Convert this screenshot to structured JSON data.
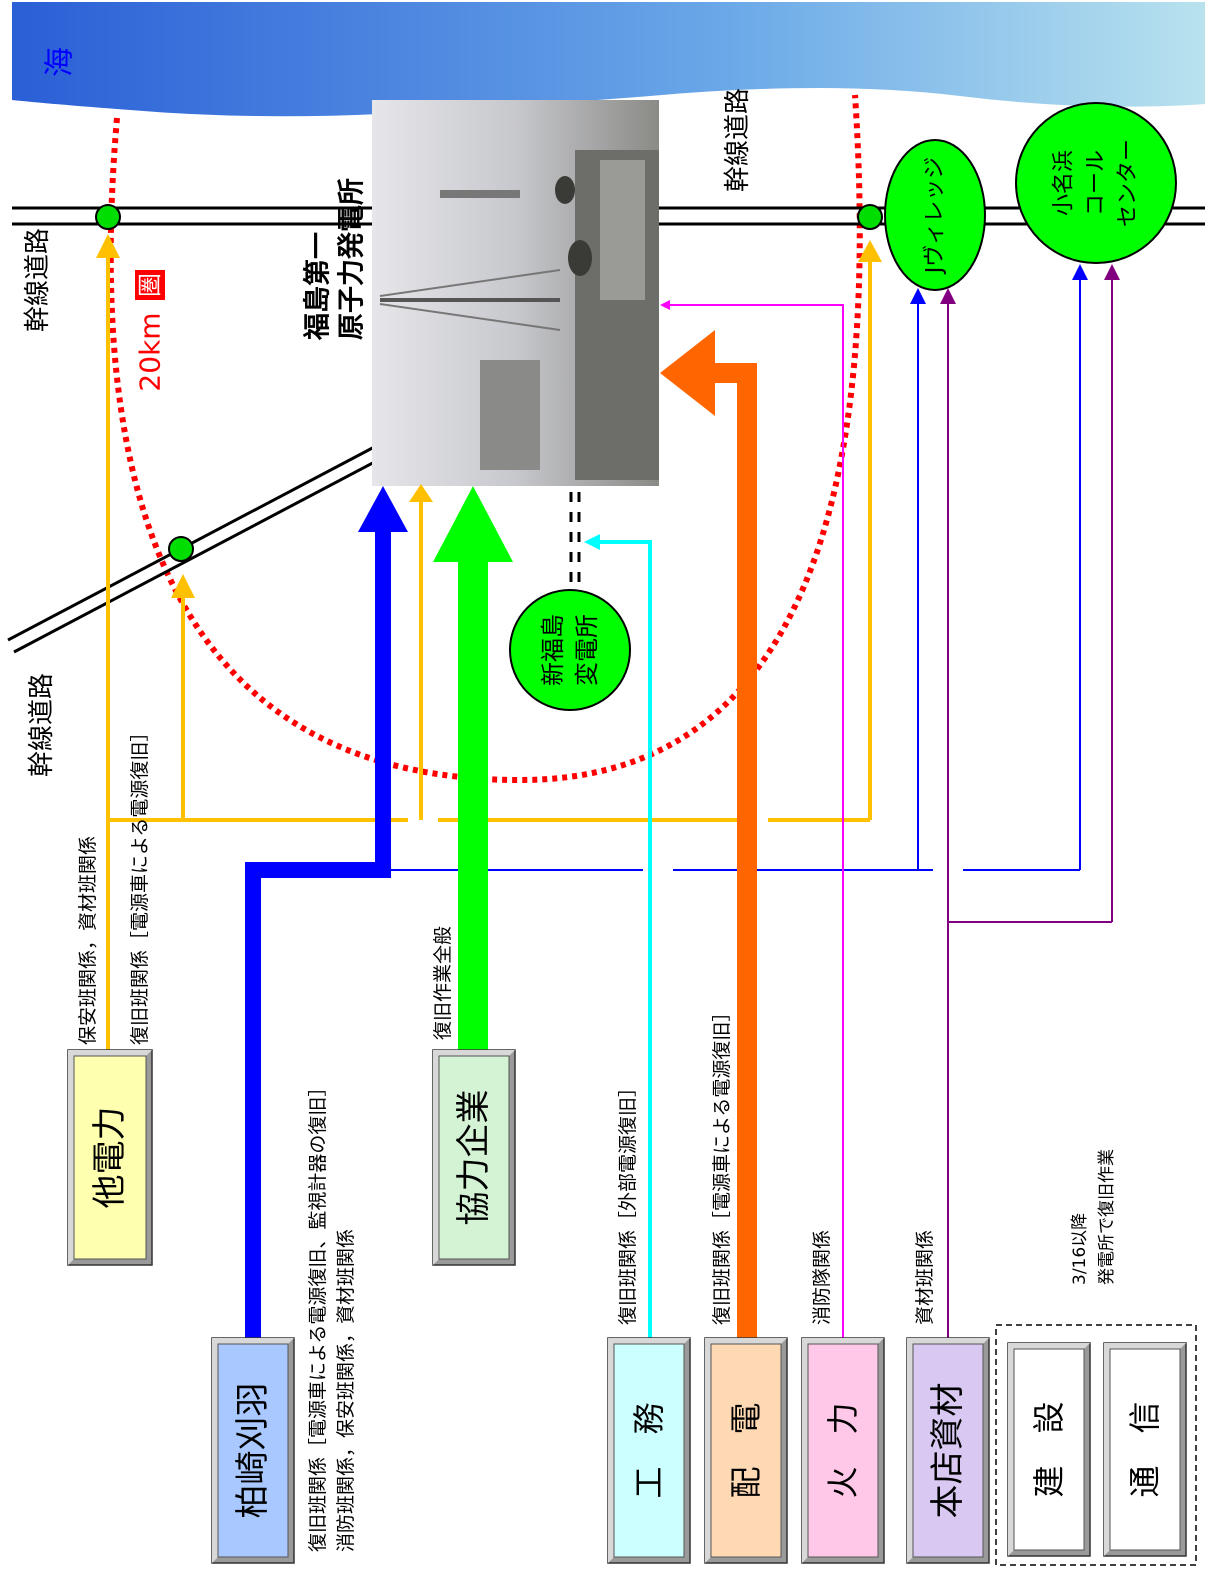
{
  "sea": {
    "label": "海"
  },
  "roads": {
    "label_left": "幹線道路",
    "label_diag": "幹線道路",
    "label_right": "幹線道路"
  },
  "zone": {
    "label_prefix": "20km",
    "label_box": "圏"
  },
  "plant": {
    "line1": "福島第一",
    "line2": "原子力発電所"
  },
  "substation": {
    "line1": "新福島",
    "line2": "変電所"
  },
  "jvillage": {
    "label": "Jヴィレッジ"
  },
  "onahama": {
    "line1": "小名浜",
    "line2": "コール",
    "line3": "センター"
  },
  "organizations": [
    {
      "key": "tadenryoku",
      "label": "他電力",
      "fill": "#ffffb0"
    },
    {
      "key": "kashiwazaki",
      "label": "柏崎刈羽",
      "fill": "#a8c8ff"
    },
    {
      "key": "kyoryoku",
      "label": "協力企業",
      "fill": "#d4f2d4"
    },
    {
      "key": "koumu",
      "label": "工　務",
      "fill": "#ccffff"
    },
    {
      "key": "haiden",
      "label": "配　電",
      "fill": "#ffd9b3"
    },
    {
      "key": "karyoku",
      "label": "火　力",
      "fill": "#ffc8e8"
    },
    {
      "key": "honten",
      "label": "本店資材",
      "fill": "#d8c8f2"
    },
    {
      "key": "kensetsu",
      "label": "建　設",
      "fill": "#ffffff"
    },
    {
      "key": "tsushin",
      "label": "通　信",
      "fill": "#ffffff"
    }
  ],
  "descriptions": {
    "tadenryoku_1": "保安班関係，資材班関係",
    "tadenryoku_2": "復旧班関係［電源車による電源復旧］",
    "kashiwazaki_1": "復旧班関係［電源車による電源復旧、監視計器の復旧］",
    "kashiwazaki_2": "消防班関係，保安班関係，資材班関係",
    "kyoryoku": "復旧作業全般",
    "koumu": "復旧班関係［外部電源復旧］",
    "haiden": "復旧班関係［電源車による電源復旧］",
    "karyoku": "消防隊関係",
    "honten": "資材班関係",
    "note_1": "3/16以降",
    "note_2": "発電所で復旧作業"
  },
  "colors": {
    "yellow": "#ffc000",
    "blue": "#0000ff",
    "green": "#00ff00",
    "cyan": "#00ffff",
    "orange": "#ff6600",
    "magenta": "#ff00ff",
    "purple": "#800080",
    "zone_red": "#ff0000",
    "circle_green": "#00dd00"
  }
}
